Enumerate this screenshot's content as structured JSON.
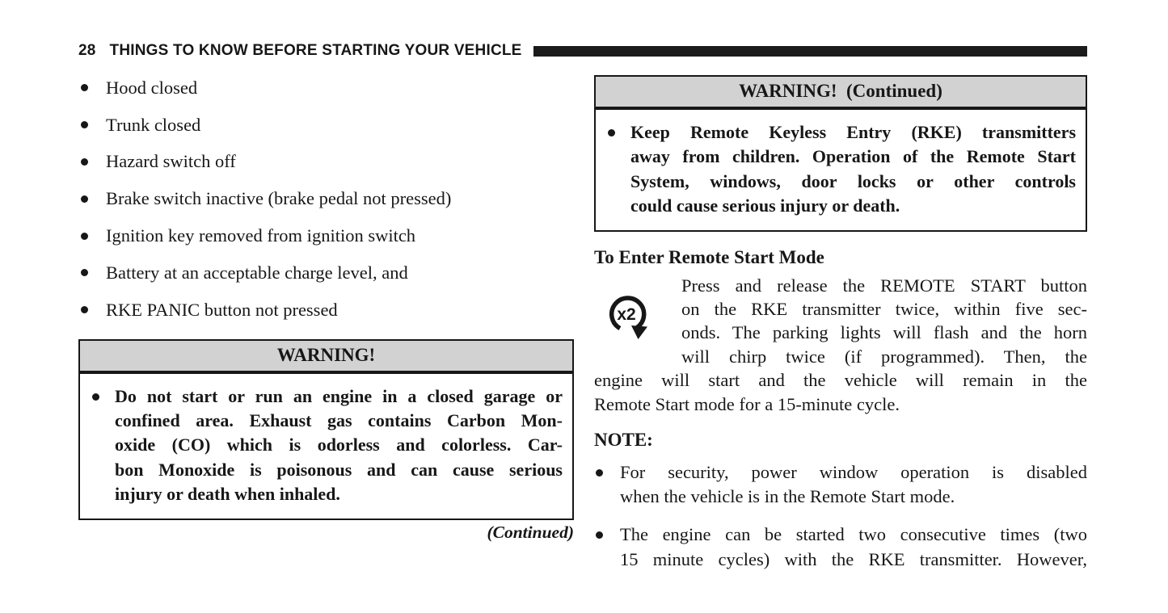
{
  "page": {
    "number": "28",
    "header_title": "THINGS TO KNOW BEFORE STARTING YOUR VEHICLE"
  },
  "colors": {
    "text": "#171717",
    "header_bar": "#1b1b1b",
    "warning_header_bg": "#d2d2d2"
  },
  "left_column": {
    "checklist": [
      "Hood closed",
      "Trunk closed",
      "Hazard switch off",
      "Brake switch inactive (brake pedal not pressed)",
      "Ignition key removed from ignition switch",
      "Battery at an acceptable charge level, and",
      "RKE PANIC button not pressed"
    ],
    "warning_box": {
      "title": "WARNING!",
      "bullet_lines": [
        "Do not start or run an engine in a closed garage or",
        "confined area. Exhaust gas contains Carbon Mon-",
        "oxide (CO) which is odorless and colorless. Car-",
        "bon Monoxide is poisonous and can cause serious",
        "injury or death when inhaled."
      ]
    },
    "continued_note": "(Continued)"
  },
  "right_column": {
    "warning_box": {
      "title": "WARNING!  (Continued)",
      "bullet_lines": [
        "Keep Remote Keyless Entry (RKE) transmitters",
        "away from children. Operation of the Remote Start",
        "System, windows, door locks or other controls",
        "could cause serious injury or death."
      ]
    },
    "section_heading": "To Enter Remote Start Mode",
    "remote_start_icon_label": "x2",
    "paragraph_lines": [
      "Press and release the REMOTE START button",
      "on the RKE transmitter twice, within five sec-",
      "onds. The parking lights will flash and the horn",
      "will chirp twice (if programmed). Then, the",
      "engine will start and the vehicle will remain in the",
      "Remote Start mode for a 15-minute cycle."
    ],
    "note_heading": "NOTE:",
    "note_bullets": [
      {
        "lines": [
          "For security, power window operation is disabled",
          "when the vehicle is in the Remote Start mode."
        ]
      },
      {
        "lines": [
          "The engine can be started two consecutive times (two",
          "15 minute cycles) with the RKE transmitter. However,"
        ]
      }
    ]
  }
}
